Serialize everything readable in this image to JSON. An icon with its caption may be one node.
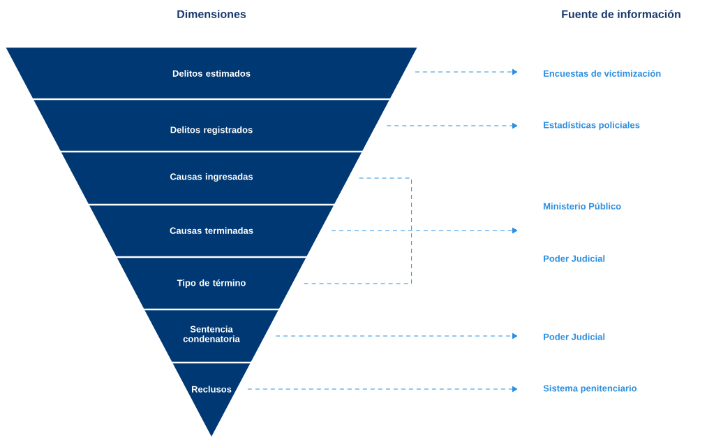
{
  "diagram": {
    "nodes": [
      {
        "text": [
          "Delitos estimados"
        ]
      },
      {
        "text": [
          "Delitos registrados"
        ]
      },
      {
        "text": [
          "Causas ingresadas"
        ]
      },
      {
        "text": [
          "Causas terminadas"
        ]
      },
      {
        "text": [
          "Tipo de término"
        ]
      },
      {
        "text": [
          "Sentencia condenatoria"
        ]
      },
      {
        "text": [
          "Reclusos"
        ]
      },
      {
        "text": [
          "Encuestas de victimización"
        ]
      },
      {
        "text": [
          "Estadísticas policiales"
        ]
      },
      {
        "text": [
          "Ministerio Público"
        ]
      },
      {
        "text": [
          "Poder Judicial"
        ]
      },
      {
        "text": [
          "Poder Judicial"
        ]
      },
      {
        "text": [
          "Sistema penitenciario"
        ]
      }
    ],
    "edges": [
      {
        "from": 0,
        "to": 7,
        "arrow": "to",
        "style": "dashed"
      },
      {
        "from": 1,
        "to": 8,
        "arrow": "to",
        "style": "dashed"
      },
      {
        "from": 2,
        "to": null,
        "arrow": "to",
        "style": "dashed"
      },
      {
        "from": 3,
        "to": null,
        "arrow": "to",
        "style": "dashed"
      },
      {
        "from": 4,
        "to": null,
        "arrow": "to",
        "style": "dashed"
      },
      {
        "from": 5,
        "to": 11,
        "arrow": "to",
        "style": "dashed"
      },
      {
        "from": 6,
        "to": 12,
        "arrow": "to",
        "style": "dashed"
      }
    ],
    "labels": [
      "Dimensiones",
      "Fuente de información"
    ]
  }
}
